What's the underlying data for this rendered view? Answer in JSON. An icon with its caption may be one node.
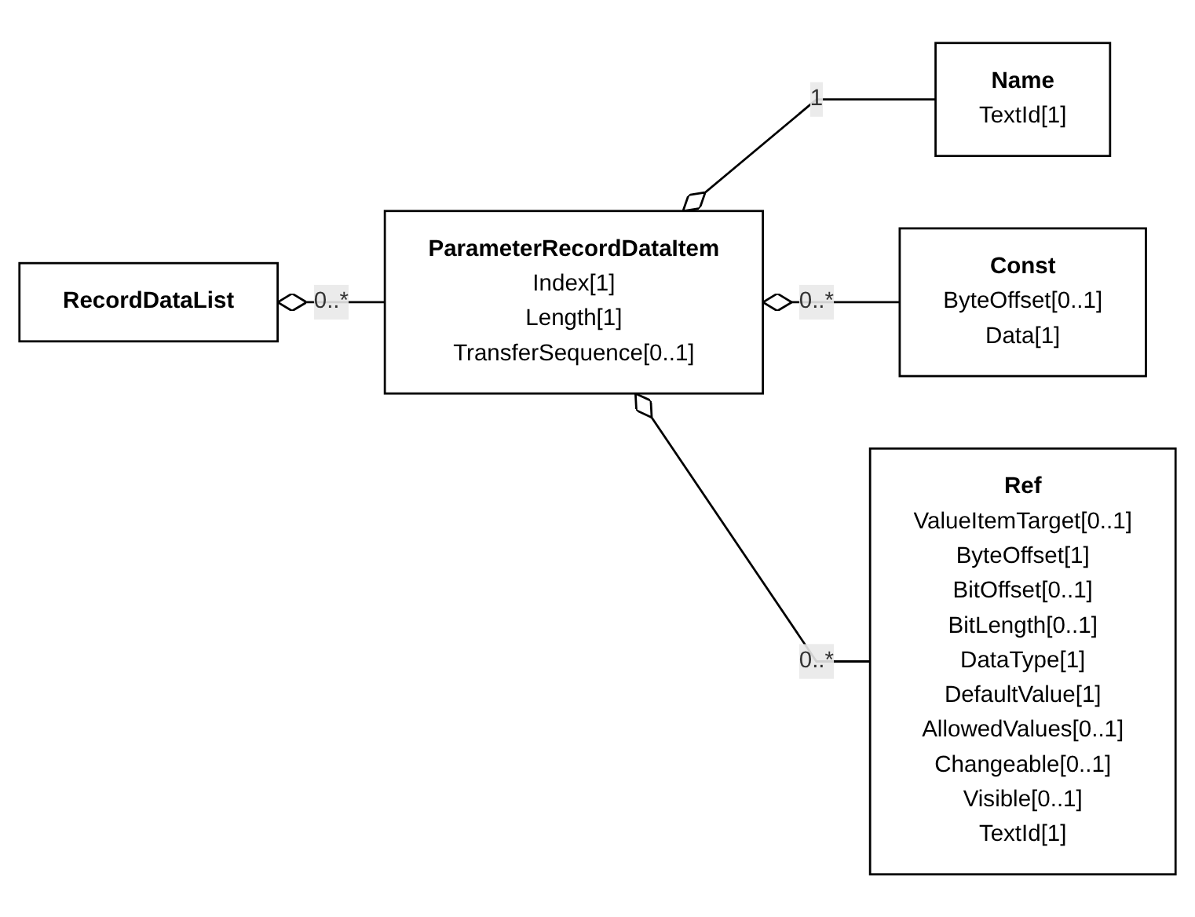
{
  "diagram": {
    "nodes": [
      {
        "text": [
          "RecordDataList"
        ]
      },
      {
        "text": [
          "ParameterRecordDataItem",
          "Index[1]",
          "Length[1]",
          "TransferSequence[0..1]"
        ]
      },
      {
        "text": [
          "Name",
          "TextId[1]"
        ]
      },
      {
        "text": [
          "Const",
          "ByteOffset[0..1]",
          "Data[1]"
        ]
      },
      {
        "text": [
          "Ref",
          "ValueItemTarget[0..1]",
          "ByteOffset[1]",
          "BitOffset[0..1]",
          "BitLength[0..1]",
          "DataType[1]",
          "DefaultValue[1]",
          "AllowedValues[0..1]",
          "Changeable[0..1]",
          "Visible[0..1]",
          "TextId[1]"
        ]
      }
    ],
    "edges": [
      {
        "from": 0,
        "to": 1,
        "arrow": "other",
        "label": "0..*"
      },
      {
        "from": 1,
        "to": 2,
        "arrow": "other",
        "label": "1"
      },
      {
        "from": 1,
        "to": 3,
        "arrow": "other",
        "label": "0..*"
      },
      {
        "from": 1,
        "to": 4,
        "arrow": "other",
        "label": "0..*"
      }
    ]
  }
}
